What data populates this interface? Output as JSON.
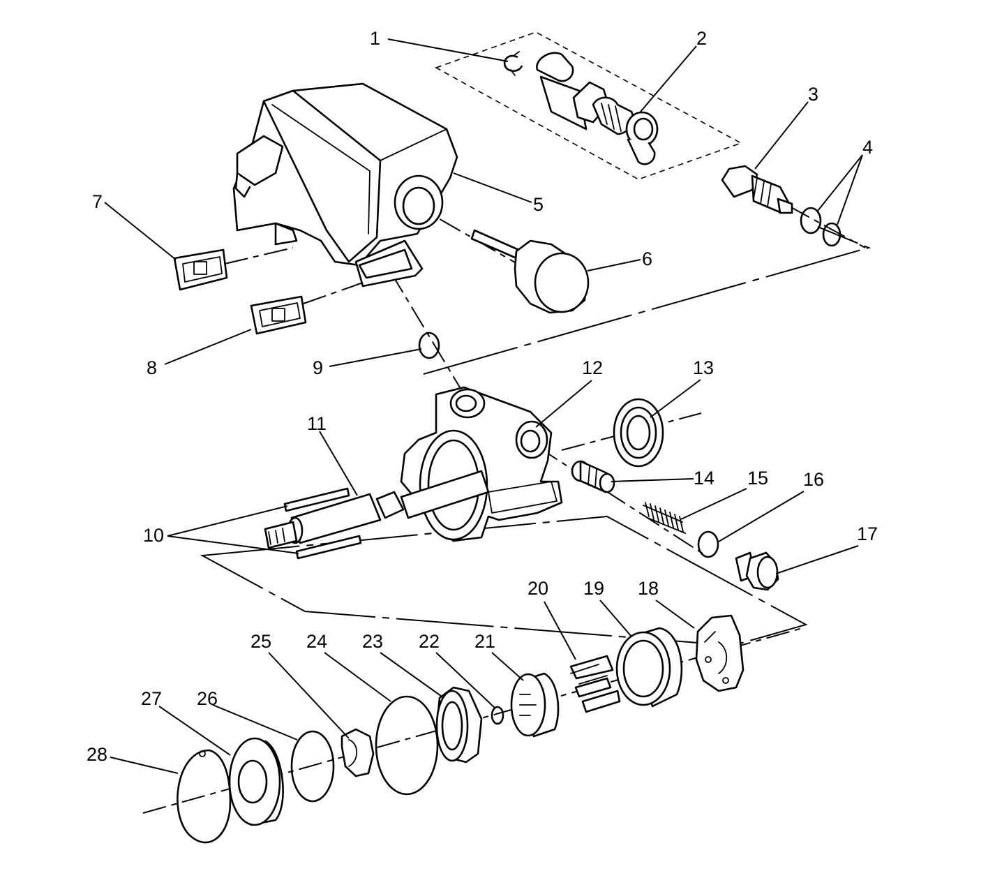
{
  "figure": {
    "background": "#ffffff",
    "line_color": "#000000"
  },
  "callouts": {
    "c1": "1",
    "c2": "2",
    "c3": "3",
    "c4": "4",
    "c5": "5",
    "c6": "6",
    "c7": "7",
    "c8": "8",
    "c9": "9",
    "c10": "10",
    "c11": "11",
    "c12": "12",
    "c13": "13",
    "c14": "14",
    "c15": "15",
    "c16": "16",
    "c17": "17",
    "c18": "18",
    "c19": "19",
    "c20": "20",
    "c21": "21",
    "c22": "22",
    "c23": "23",
    "c24": "24",
    "c25": "25",
    "c26": "26",
    "c27": "27",
    "c28": "28"
  }
}
